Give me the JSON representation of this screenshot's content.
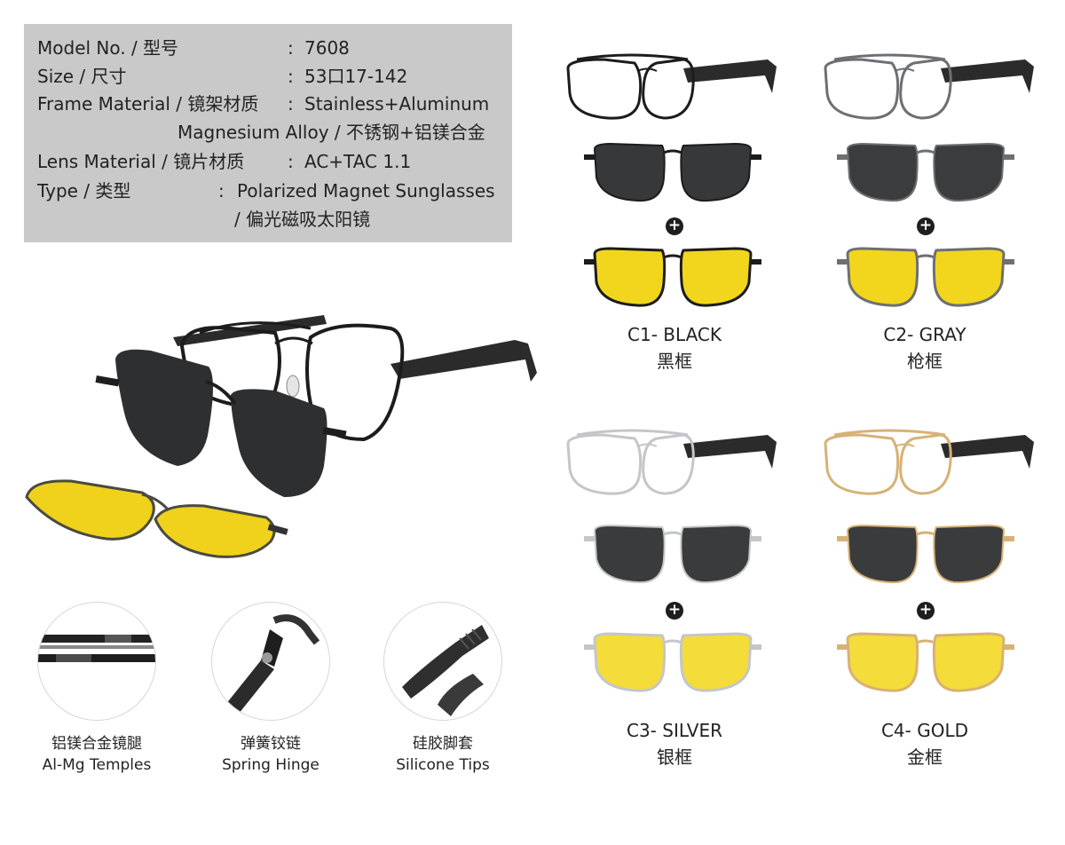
{
  "specs": {
    "model": {
      "label": "Model No. / 型号",
      "colon": ":",
      "value": "7608"
    },
    "size": {
      "label": "Size / 尺寸",
      "colon": ":",
      "value": "53口17-142"
    },
    "frame_material": {
      "label": "Frame Material / 镜架材质",
      "colon": ":",
      "value": "Stainless+Aluminum",
      "value_line2": "Magnesium Alloy / 不锈钢+铝镁合金"
    },
    "lens_material": {
      "label": "Lens Material / 镜片材质",
      "colon": ":",
      "value": "AC+TAC 1.1"
    },
    "type": {
      "label": "Type / 类型",
      "colon": ":",
      "value": "Polarized Magnet Sunglasses",
      "value_line2": "/ 偏光磁吸太阳镜"
    }
  },
  "variants": [
    {
      "code": "C1- BLACK",
      "cn": "黑框",
      "frame_color": "#1c1c1c"
    },
    {
      "code": "C2- GRAY",
      "cn": "枪框",
      "frame_color": "#6d6f73"
    },
    {
      "code": "C3- SILVER",
      "cn": "银框",
      "frame_color": "#c4c6c9"
    },
    {
      "code": "C4- GOLD",
      "cn": "金框",
      "frame_color": "#d6b276"
    }
  ],
  "plus_symbol": "+",
  "features": [
    {
      "cn": "铝镁合金镜腿",
      "en": "Al-Mg Temples"
    },
    {
      "cn": "弹簧铰链",
      "en": "Spring Hinge"
    },
    {
      "cn": "硅胶脚套",
      "en": "Silicone Tips"
    }
  ],
  "colors": {
    "spec_panel": "#c9c9c9",
    "polarized_lens": "#3a3b3d",
    "night_lens": "#f0d21c",
    "temple_tip": "#2a2a2a"
  },
  "icons": [
    "plus-icon",
    "eyeglasses-frame-icon",
    "sunglasses-clip-icon",
    "night-vision-clip-icon"
  ]
}
